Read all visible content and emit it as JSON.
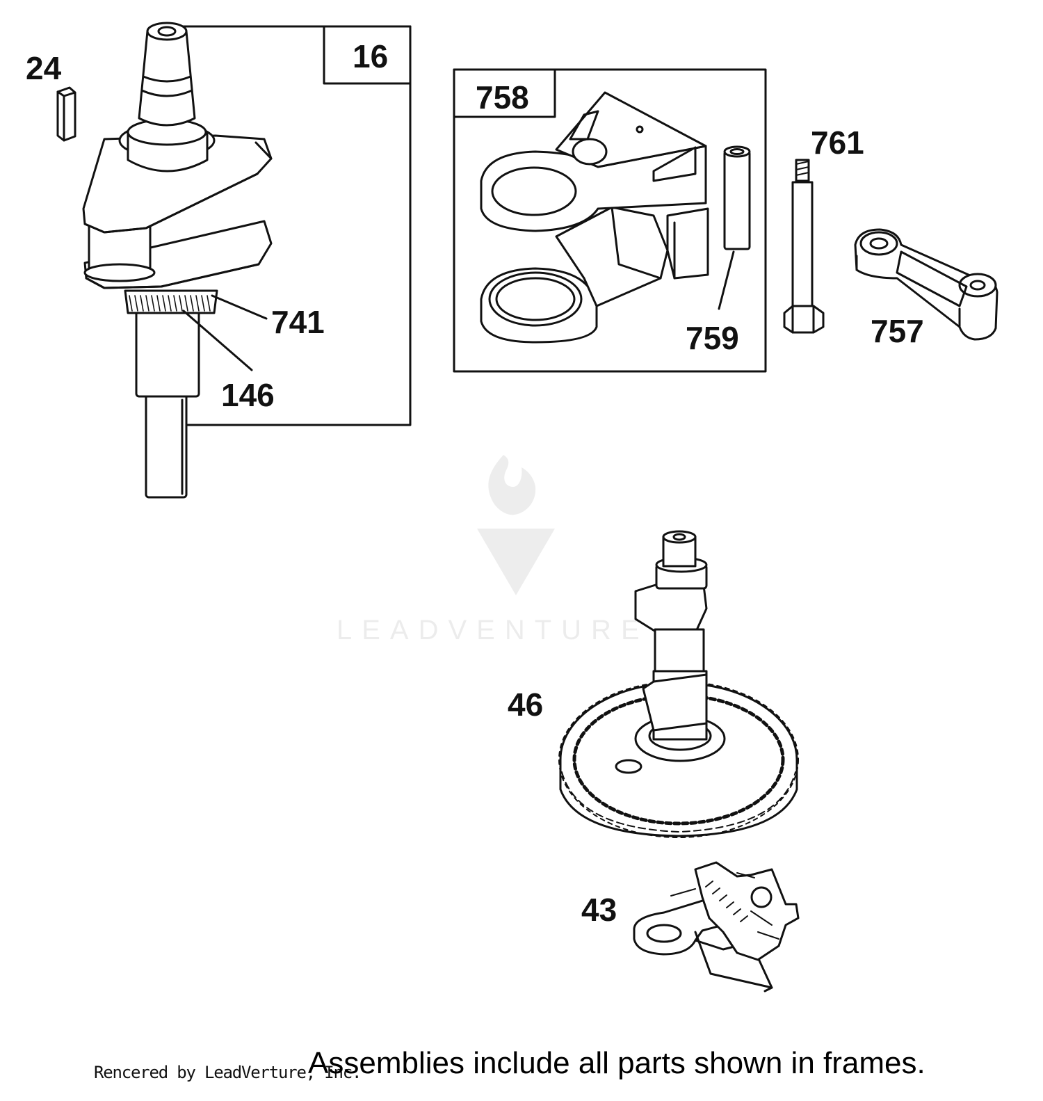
{
  "labels": {
    "p16": "16",
    "p24": "24",
    "p741": "741",
    "p146": "146",
    "p758": "758",
    "p759": "759",
    "p761": "761",
    "p757": "757",
    "p46": "46",
    "p43": "43"
  },
  "watermark": {
    "text": "LEADVENTURE"
  },
  "footer": {
    "credit": "Rencered by LeadVerture, Inc.",
    "note": "Assemblies include all parts shown in frames."
  },
  "colors": {
    "line": "#111111",
    "fill": "#ffffff",
    "watermark": "#000000"
  }
}
